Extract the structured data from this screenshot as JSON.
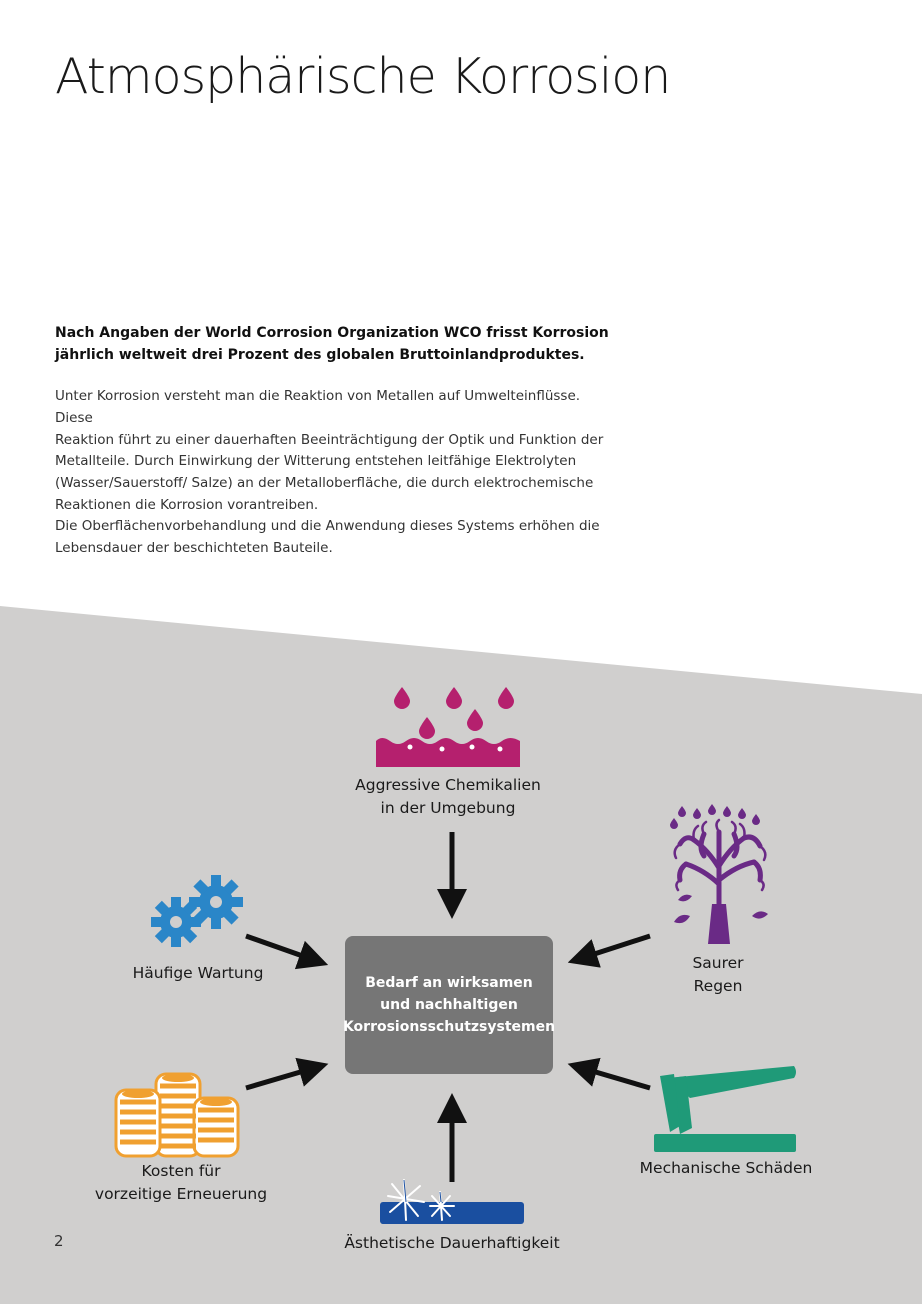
{
  "page": {
    "title": "Atmosphärische Korrosion",
    "lead": [
      "Nach Angaben der World Corrosion Organization WCO frisst Korrosion",
      "jährlich weltweit drei Prozent des globalen Bruttoinlandproduktes."
    ],
    "paragraph1": [
      "Unter Korrosion versteht man die Reaktion von Metallen auf Umwelteinflüsse. Diese",
      "Reaktion führt zu einer dauerhaften Beeinträchtigung der Optik und Funktion der",
      "Metallteile. Durch Einwirkung der Witterung entstehen leitfähige Elektrolyten",
      "(Wasser/Sauerstoff/ Salze) an der Metalloberfläche, die durch elektrochemische",
      "Reaktionen die Korrosion vorantreiben."
    ],
    "paragraph2": [
      "Die Oberflächenvorbehandlung und die Anwendung dieses Systems erhöhen die",
      "Lebensdauer der beschichteten Bauteile."
    ],
    "page_number": "2"
  },
  "diagram": {
    "center": [
      "Bedarf an wirksamen",
      "und nachhaltigen",
      "Korrosionsschutzsystemen"
    ],
    "chemicals": [
      "Aggressive Chemikalien",
      "in der Umgebung"
    ],
    "maintenance": [
      "Häufige Wartung"
    ],
    "acid_rain": [
      "Saurer",
      "Regen"
    ],
    "costs": [
      "Kosten für",
      "vorzeitige Erneuerung"
    ],
    "mechanical": [
      "Mechanische Schäden"
    ],
    "aesthetic": [
      "Ästhetische Dauerhaftigkeit"
    ]
  },
  "colors": {
    "background_gray": "#d0cfce",
    "center_box": "#767676",
    "magenta": "#b5206e",
    "purple": "#6a2a86",
    "blue": "#2a86c8",
    "orange": "#f0a030",
    "green": "#1f9a78",
    "navy": "#1a4fa0"
  },
  "icons": {
    "chemicals": "chemical-drops-icon",
    "maintenance": "gears-icon",
    "acid_rain": "tree-rain-icon",
    "costs": "coin-stacks-icon",
    "mechanical": "hammer-icon",
    "aesthetic": "sparkle-surface-icon"
  }
}
